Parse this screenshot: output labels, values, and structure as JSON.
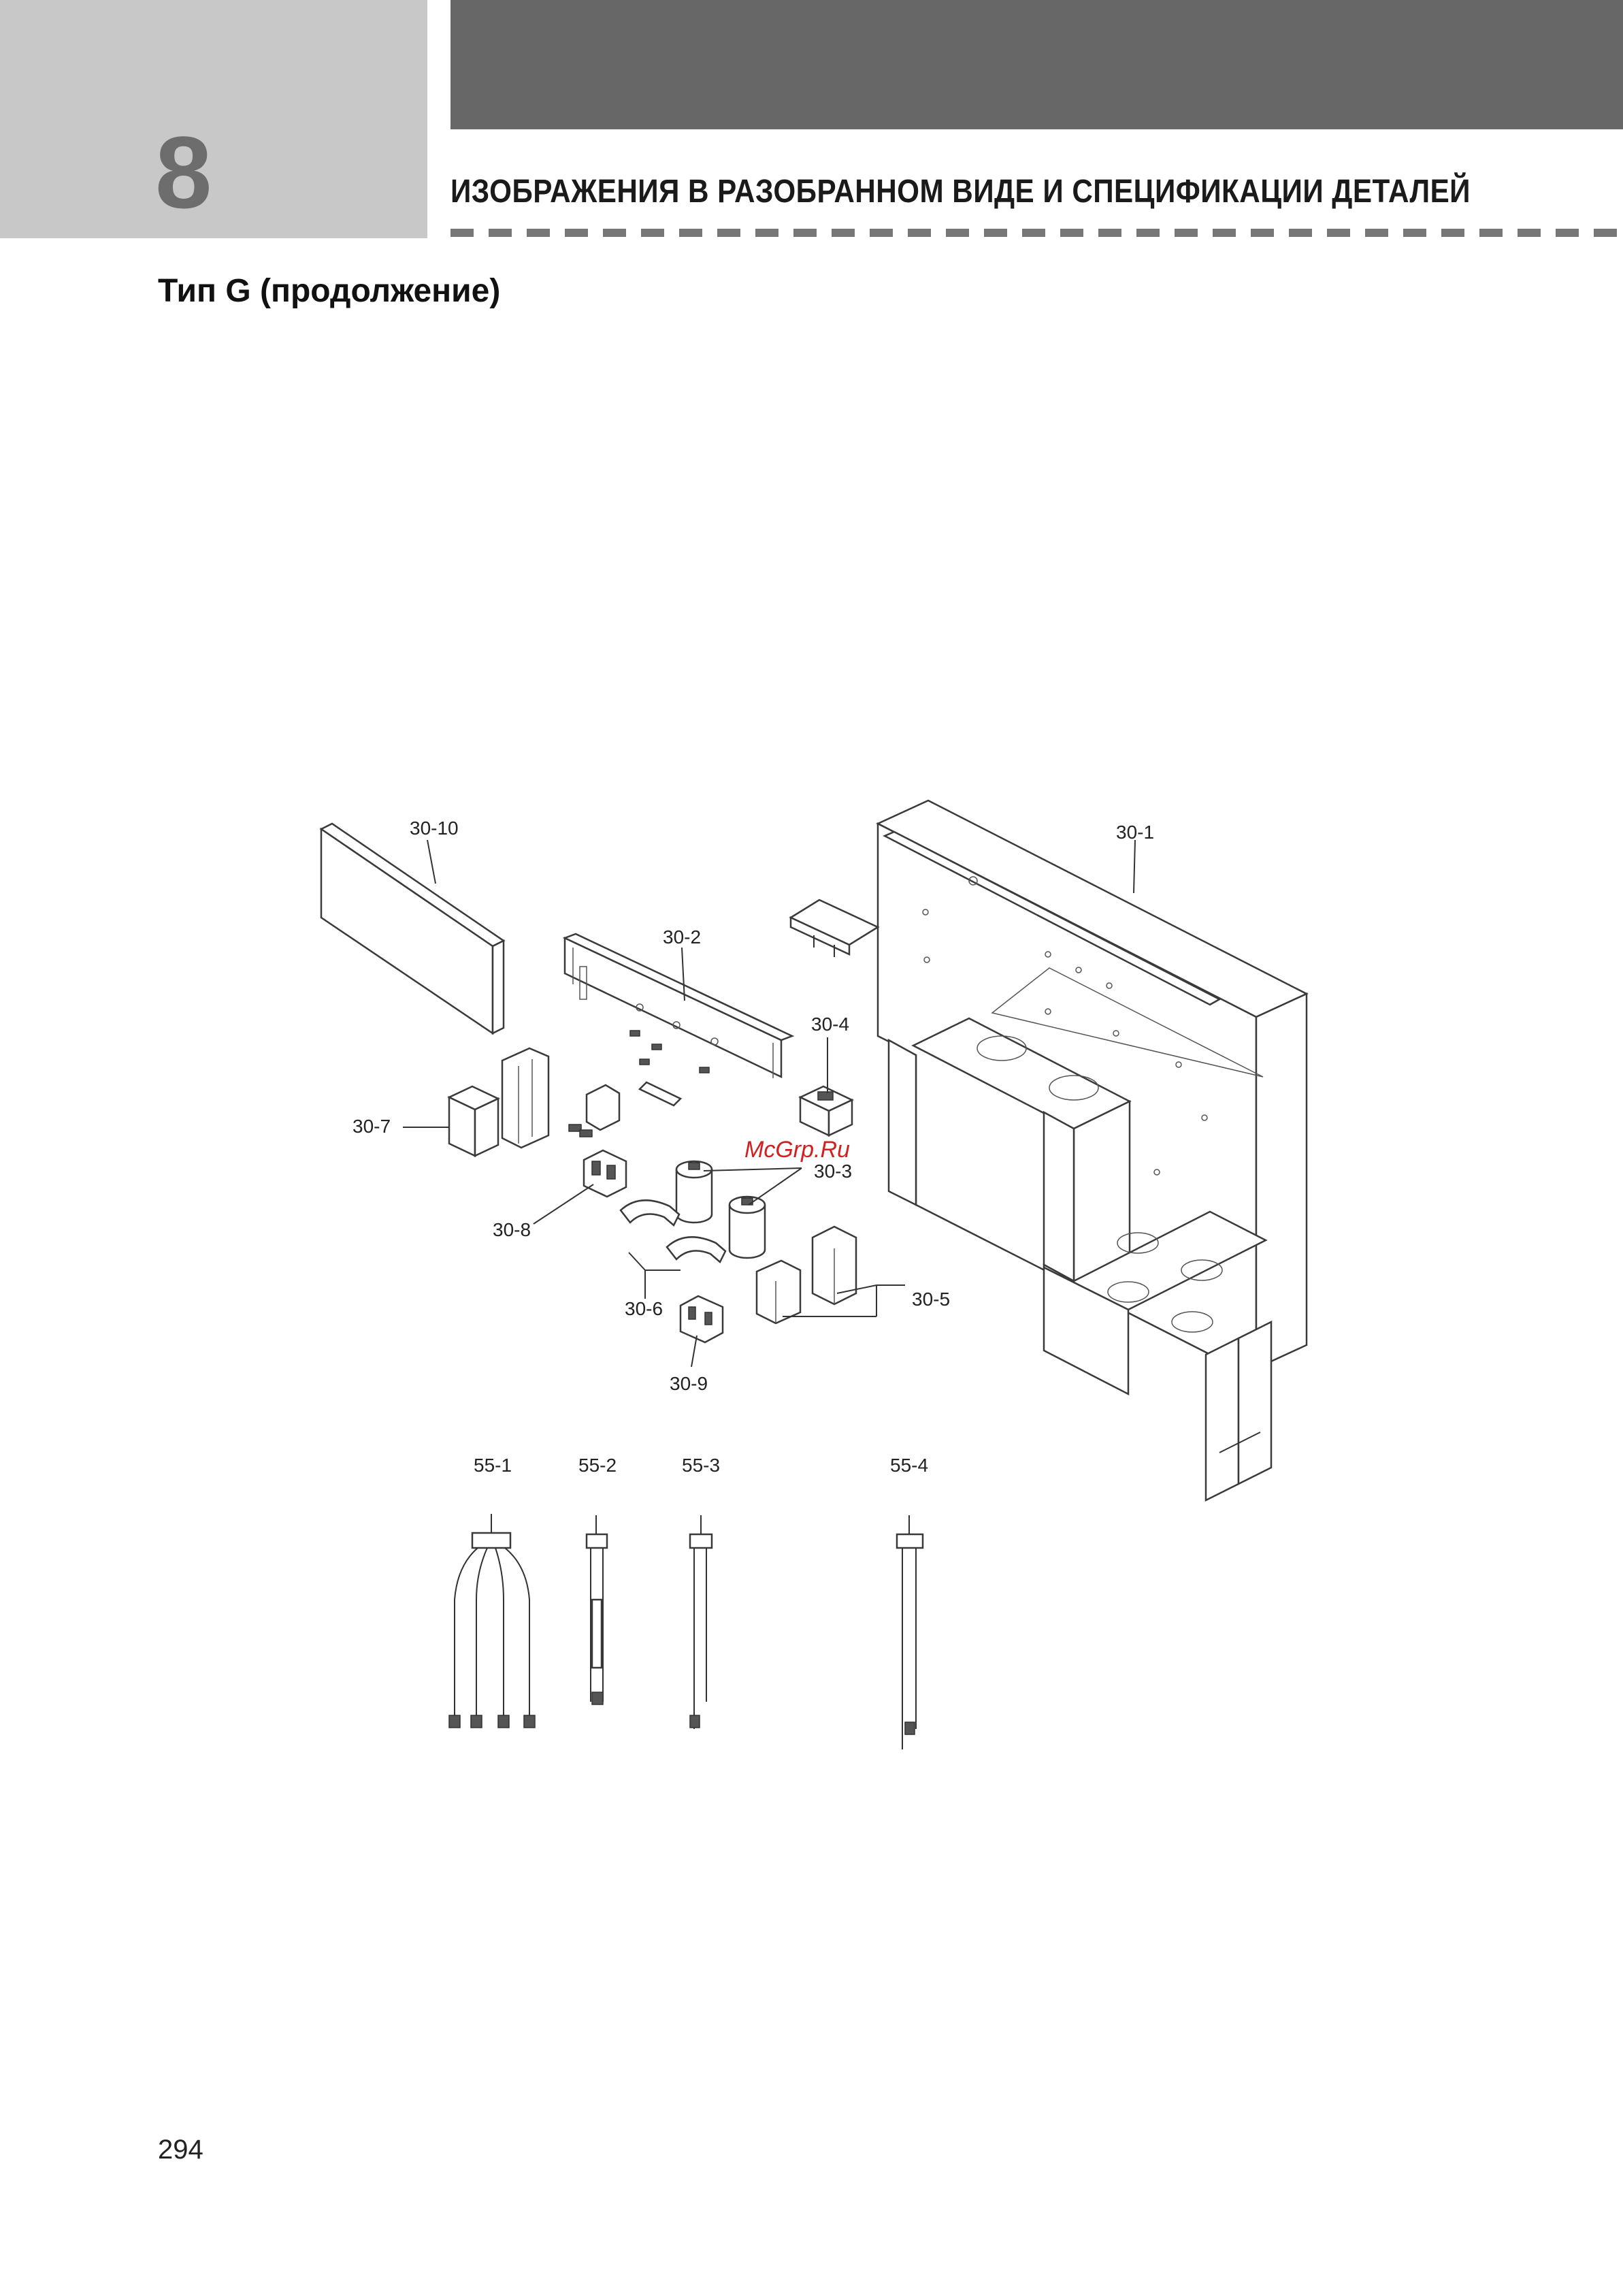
{
  "header": {
    "chapter_number": "8",
    "title": "ИЗОБРАЖЕНИЯ В РАЗОБРАННОМ ВИДЕ И СПЕЦИФИКАЦИИ ДЕТАЛЕЙ"
  },
  "subtitle": "Тип G (продолжение)",
  "watermark": "McGrp.Ru",
  "page_number": "294",
  "part_labels": {
    "p30_10": "30-10",
    "p30_1": "30-1",
    "p30_2": "30-2",
    "p30_4": "30-4",
    "p30_7": "30-7",
    "p30_3": "30-3",
    "p30_8": "30-8",
    "p30_6": "30-6",
    "p30_5": "30-5",
    "p30_9": "30-9",
    "p55_1": "55-1",
    "p55_2": "55-2",
    "p55_3": "55-3",
    "p55_4": "55-4"
  }
}
